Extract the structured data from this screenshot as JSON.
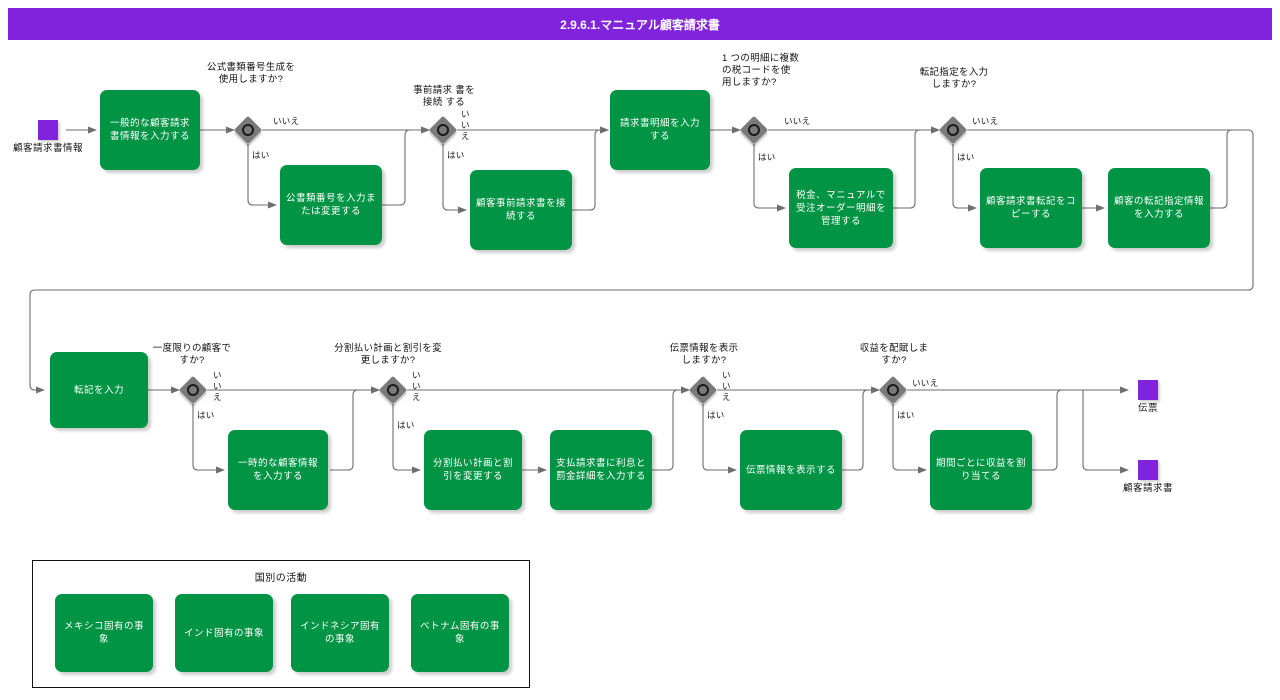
{
  "header": {
    "title": "2.9.6.1.マニュアル顧客請求書",
    "bg_color": "#8122dd",
    "text_color": "#ffffff"
  },
  "colors": {
    "task_green": "#009444",
    "event_purple": "#8122dd",
    "gateway_gray": "#7a7a7a",
    "connector": "#6e6e6e",
    "text_dark": "#111111"
  },
  "labels": {
    "yes": "はい",
    "no": "いいえ"
  },
  "start_events": [
    {
      "name": "start-invoice-info",
      "label": "顧客請求書情報"
    }
  ],
  "end_events": [
    {
      "name": "end-voucher",
      "label": "伝票"
    },
    {
      "name": "end-customer-invoice",
      "label": "顧客請求書"
    }
  ],
  "tasks": [
    {
      "id": "t1",
      "label": "一般的な顧客請求書情報を入力する"
    },
    {
      "id": "t2",
      "label": "公書類番号を入力または変更する"
    },
    {
      "id": "t3",
      "label": "顧客事前請求書を接続する"
    },
    {
      "id": "t4",
      "label": "請求書明細を入力する"
    },
    {
      "id": "t5",
      "label": "税金、マニュアルで受注オーダー明細を管理する"
    },
    {
      "id": "t6",
      "label": "顧客請求書転記をコピーする"
    },
    {
      "id": "t7",
      "label": "顧客の転記指定情報を入力する"
    },
    {
      "id": "t8",
      "label": "転記を入力"
    },
    {
      "id": "t9",
      "label": "一時的な顧客情報を入力する"
    },
    {
      "id": "t10",
      "label": "分割払い計画と割引を変更する"
    },
    {
      "id": "t11",
      "label": "支払請求書に利息と罰金詳細を入力する"
    },
    {
      "id": "t12",
      "label": "伝票情報を表示する"
    },
    {
      "id": "t13",
      "label": "期間ごとに収益を割り当てる"
    }
  ],
  "gateways": [
    {
      "id": "g1",
      "question": "公式書類番号生成を使用しますか?"
    },
    {
      "id": "g2",
      "question": "事前請求 書を\n接続 する"
    },
    {
      "id": "g3",
      "question": "1 つの明細に複数の税コードを使用しますか?"
    },
    {
      "id": "g4",
      "question": "転記指定を入力しますか?"
    },
    {
      "id": "g5",
      "question": "一度限りの顧客ですか?"
    },
    {
      "id": "g6",
      "question": "分割払い計画と割引を変更しますか?"
    },
    {
      "id": "g7",
      "question": "伝票情報を表示しますか?"
    },
    {
      "id": "g8",
      "question": "収益を配賦しますか?"
    }
  ],
  "legend": {
    "title": "国別の活動",
    "items": [
      {
        "id": "l1",
        "label": "メキシコ固有の事象"
      },
      {
        "id": "l2",
        "label": "インド固有の事象"
      },
      {
        "id": "l3",
        "label": "インドネシア固有の事象"
      },
      {
        "id": "l4",
        "label": "ベトナム固有の事象"
      }
    ]
  }
}
